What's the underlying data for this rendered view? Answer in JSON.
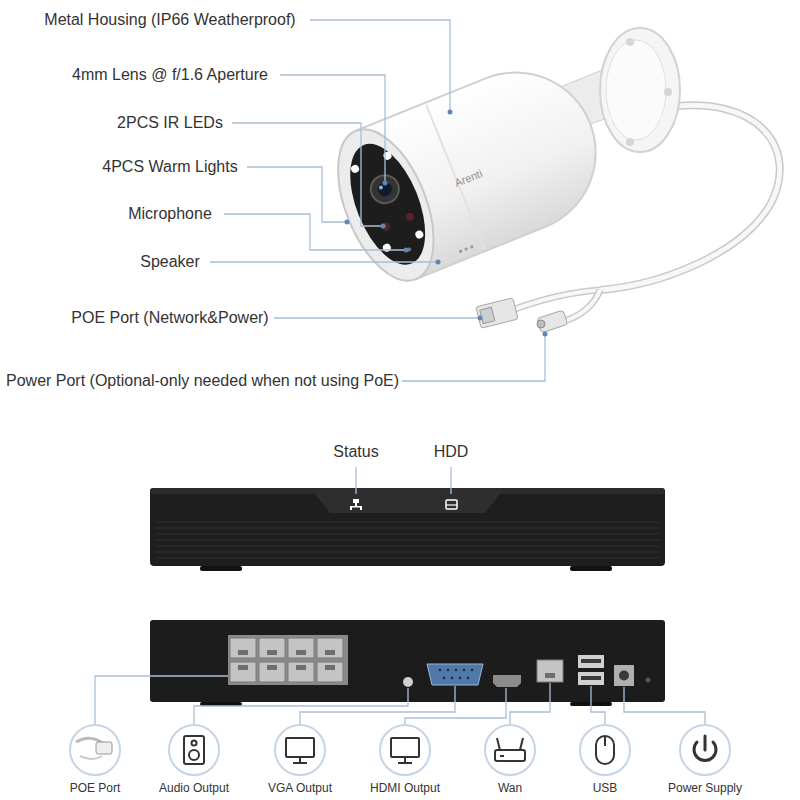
{
  "diagram": {
    "labels": [
      "Metal Housing (IP66 Weatherproof)",
      "4mm Lens @ f/1.6 Aperture",
      "2PCS IR LEDs",
      "4PCS Warm Lights",
      "Microphone",
      "Speaker",
      "POE Port (Network&Power)",
      "Power Port (Optional-only needed when not using PoE)",
      "Arenti",
      "Status",
      "HDD",
      "POE Port",
      "Audio Output",
      "VGA Output",
      "HDMI Output",
      "Wan",
      "USB",
      "Power Supply"
    ]
  }
}
